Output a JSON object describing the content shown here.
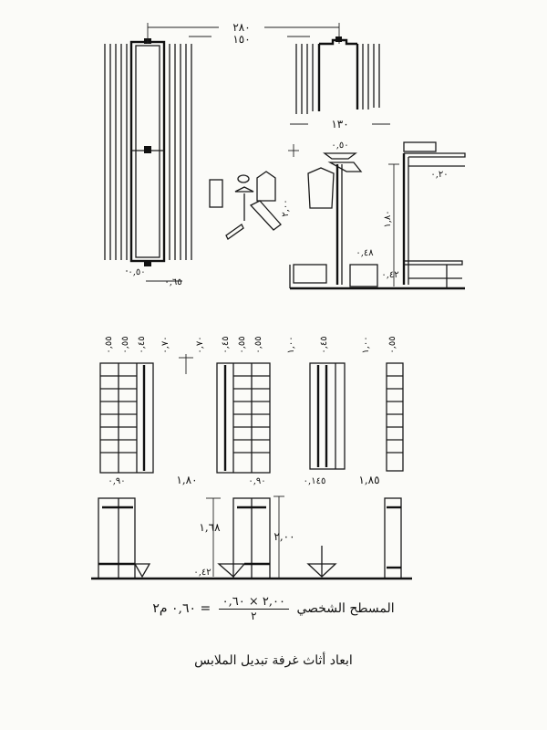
{
  "plan_view": {
    "dim_total": "٢٨٠",
    "dim_cabin": "١٥٠",
    "dim_small": "١٣٠",
    "dim_door": "٠,٥٠",
    "dim_depth": "٠,٦٥"
  },
  "elevation_top": {
    "dim_hook_width": "٠,٥٠",
    "dim_reach": "٢,٠٠",
    "dim_shelf_height": "١,٨٠",
    "dim_shelf_depth": "٠,٢٠",
    "dim_bench_depth": "٠,٤٨",
    "dim_bench_height": "٠,٤٢"
  },
  "cabinets": {
    "top_dims": [
      "٠,٥٥",
      "٠,٥٥",
      "٠,٤٥",
      "٠,٧٠",
      "٠,٧٠",
      "٠,٤٥",
      "٠,٥٥",
      "٠,٥٥",
      "١,٠٠",
      "٠,٤٥",
      "١,٠٠",
      "٠,٥٥"
    ],
    "width_a": "٠,٩٠",
    "height_a": "١,٨٠",
    "width_b": "٠,٩٠",
    "width_c": "٠,١٤٥",
    "height_c": "١,٨٥",
    "mirror_height": "١,٦٨",
    "total_height": "٢,٠٠",
    "seat_height": "٠,٤٢"
  },
  "formula": {
    "label": "المسطح الشخصي",
    "numerator": "٢,٠٠ × ٠,٦٠",
    "denominator": "٢",
    "result": "= ٠,٦٠ م٢"
  },
  "caption": "ابعاد أثاث غرفة تبديل الملابس"
}
